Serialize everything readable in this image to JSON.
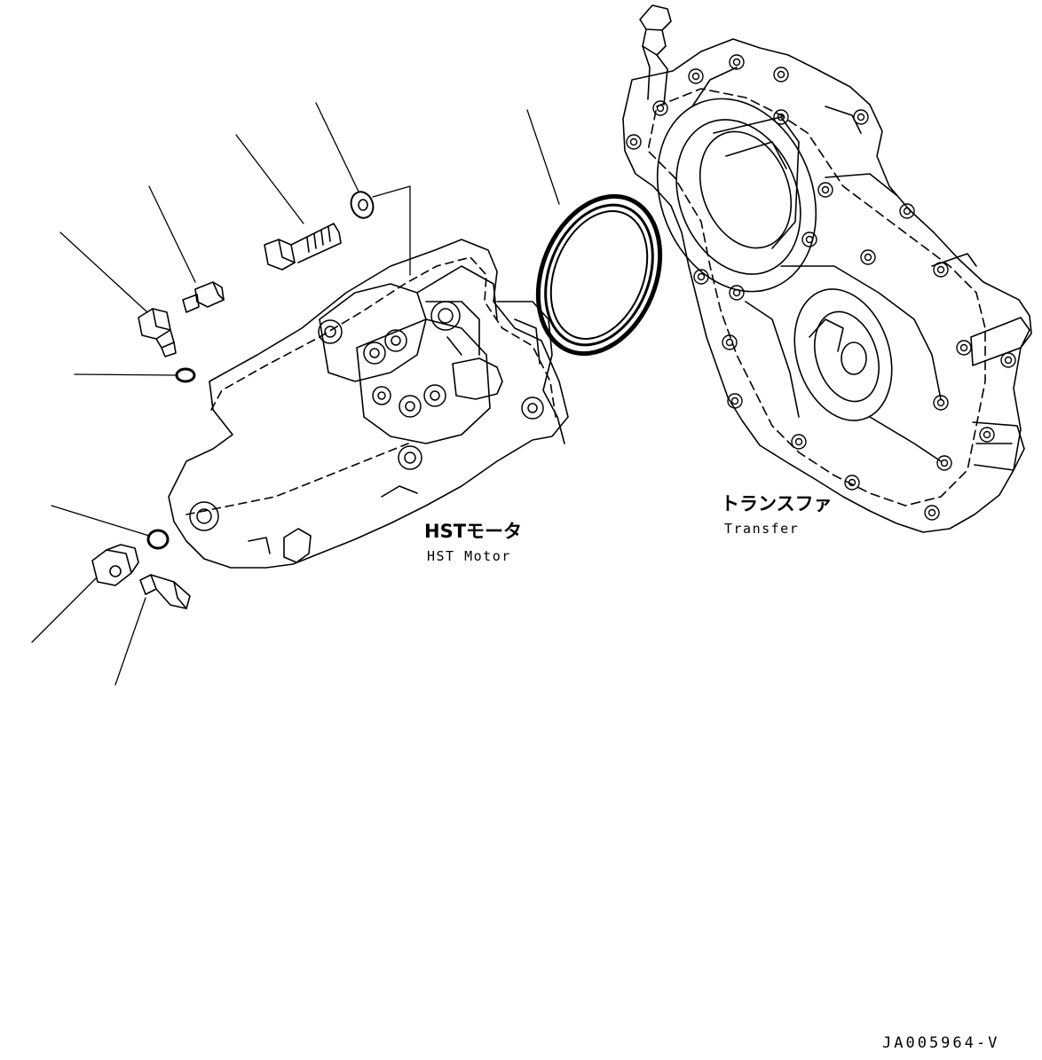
{
  "diagram": {
    "drawing_code": "JA005964-V",
    "components": [
      {
        "id": "hst-motor",
        "label_ja": "HSTモータ",
        "label_en": "HST Motor",
        "icon": "hst-motor-assembly"
      },
      {
        "id": "transfer",
        "label_ja": "トランスファ",
        "label_en": "Transfer",
        "icon": "transfer-case-housing"
      }
    ],
    "parts": [
      {
        "id": "washer",
        "icon": "washer-icon"
      },
      {
        "id": "banjo-bolt",
        "icon": "bolt-icon"
      },
      {
        "id": "pressure-switch",
        "icon": "switch-icon"
      },
      {
        "id": "adapter-fitting",
        "icon": "fitting-icon"
      },
      {
        "id": "o-ring-upper",
        "icon": "o-ring-icon"
      },
      {
        "id": "o-ring-lower",
        "icon": "o-ring-icon"
      },
      {
        "id": "elbow-fitting",
        "icon": "elbow-icon"
      },
      {
        "id": "speed-sensor",
        "icon": "sensor-icon"
      },
      {
        "id": "seal-ring",
        "icon": "seal-ring-icon"
      }
    ],
    "colors": {
      "ink": "#000000",
      "background": "#ffffff"
    }
  }
}
